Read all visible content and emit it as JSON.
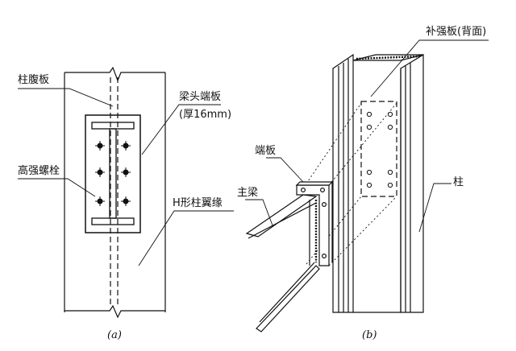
{
  "figure_a": {
    "labels": {
      "column_web": "柱腹板",
      "beam_end_plate": "梁头端板",
      "plate_thickness": "(厚16mm)",
      "hs_bolt": "高强螺栓",
      "h_column_flange": "H形柱翼缘"
    },
    "caption": "(a)"
  },
  "figure_b": {
    "labels": {
      "reinforcing_plate": "补强板(背面)",
      "end_plate": "端板",
      "main_beam": "主梁",
      "column": "柱"
    },
    "caption": "(b)"
  }
}
